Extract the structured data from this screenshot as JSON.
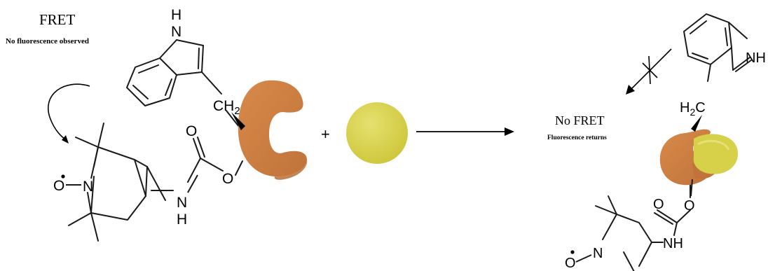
{
  "left_panel": {
    "title": "FRET",
    "subtitle": "No fluorescence observed"
  },
  "right_panel": {
    "title": "No FRET",
    "subtitle": "Fluorescence returns"
  },
  "operator": "+",
  "atoms": {
    "H": "H",
    "N": "N",
    "O": "O",
    "NH": "NH",
    "CH2": "CH",
    "sub2": "2",
    "H2C_H": "H",
    "H2C_C": "C"
  },
  "colors": {
    "protein": "#cf8243",
    "protein_shadow": "#b3682c",
    "ligand": "#d6d148",
    "ligand_highlight": "#e4df6a",
    "bond": "#1a1a1a"
  }
}
